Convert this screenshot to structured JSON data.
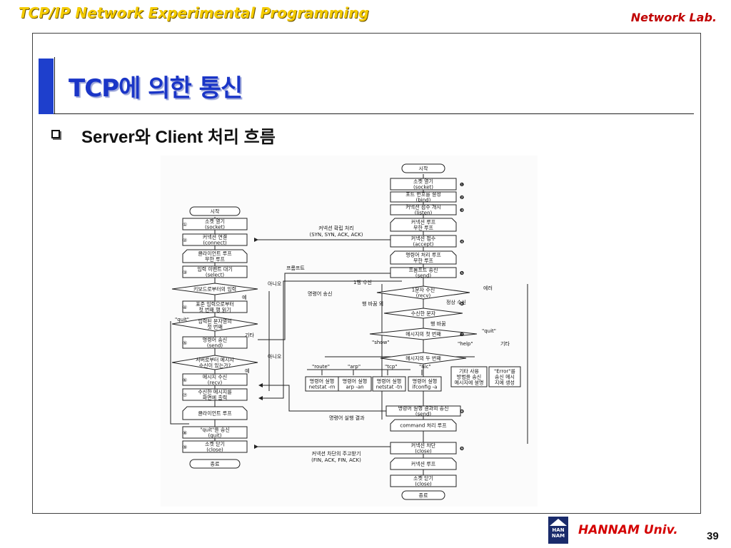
{
  "header": {
    "course_title": "TCP/IP Network Experimental Programming",
    "lab_name": "Network Lab."
  },
  "slide": {
    "title": "TCP에 의한 통신",
    "bullet": "Server와 Client 처리 흐름"
  },
  "client_flow": {
    "start": "시작",
    "open_socket": [
      "소켓 열기",
      "(socket)"
    ],
    "connect": [
      "커넥션 연결",
      "(connect)"
    ],
    "client_loop": [
      "클라이언트 루프",
      "무한 루프"
    ],
    "wait_event": [
      "입력 이벤트 대기",
      "(select)"
    ],
    "kbd_input_q": "키보드로부터의 입력",
    "yes": "예",
    "no": "아니오",
    "read_stdin": [
      "표준 입력으로부터",
      "첫 번째 행 읽기"
    ],
    "quit_q": [
      "입력된 문자열의",
      "첫 번째"
    ],
    "quit_label": "\"quit\"",
    "other": "기타",
    "send_cmd": [
      "명령어 송신",
      "(send)"
    ],
    "server_msg_q": [
      "서버로부터 메시지",
      "수신이 있는가?"
    ],
    "recv_msg": [
      "메시지 수신",
      "(recv)"
    ],
    "print_msg": [
      "수신한 메시지를",
      "화면에 출력"
    ],
    "client_loop_end": "클라이언트 루프",
    "send_quit": [
      "\"quit\"을 송신",
      "(quit)"
    ],
    "close_socket": [
      "소켓 닫기",
      "(close)"
    ],
    "end": "종료",
    "step_numbers": [
      "①",
      "②",
      "③",
      "④",
      "⑤",
      "⑥",
      "⑦",
      "⑧",
      "⑨"
    ]
  },
  "connection_labels": {
    "establish": [
      "커넥션 확립 처리",
      "(SYN, SYN, ACK, ACK)"
    ],
    "prompt": "프롬프트",
    "one_line_recv": "1행 수신",
    "cmd_send": "명령어 송신",
    "cmd_result": "명령어 실행 결과",
    "teardown": [
      "커넥션 차단의 주고받기",
      "(FIN, ACK, FIN, ACK)"
    ]
  },
  "server_flow": {
    "start": "시작",
    "open_socket": [
      "소켓 열기",
      "(socket)"
    ],
    "bind": [
      "포트 번호를 설정",
      "(bind)"
    ],
    "listen": [
      "커넥션 접수 개시",
      "(listen)"
    ],
    "conn_loop": [
      "커넥션 루프",
      "무한 루프"
    ],
    "accept": [
      "커넥션 접수",
      "(accept)"
    ],
    "cmd_loop": [
      "명령어 처리 루프",
      "무한 루프"
    ],
    "send_prompt": [
      "프롬프트 송신",
      "(send)"
    ],
    "recv_line": [
      "1문자 수신",
      "(recv)"
    ],
    "error": "에러",
    "normal_recv": "정상 수신",
    "not_newline": "행 바꿈 외",
    "recv_char": "수신한 문자",
    "newline": "행 바꿈",
    "first_word_q": "메시지의 첫 번째",
    "show_label": "\"show\"",
    "quit_label": "\"quit\"",
    "help_label": "\"help\"",
    "other": "기타",
    "second_word_q": "메시지의 두 번째",
    "route_label": "\"route\"",
    "arp_label": "\"arp\"",
    "tcp_label": "\"tcp\"",
    "nic_label": "\"nic\"",
    "exec_route": [
      "명령어 실행",
      "netstat -rn"
    ],
    "exec_arp": [
      "명령어 실행",
      "arp -an"
    ],
    "exec_tcp": [
      "명령어 실행",
      "netstat -tn"
    ],
    "exec_nic": [
      "명령어 실행",
      "ifconfig -a"
    ],
    "help_box": [
      "기타 사용",
      "방법을 송신",
      "메시지에 설명"
    ],
    "error_box": [
      "\"Error\"를",
      "송신 메시",
      "지에 생성"
    ],
    "send_result": [
      "명령어 실행 결과의 송신",
      "(send)"
    ],
    "cmd_loop_end": "command 처리 루프",
    "close_conn": [
      "커넥션 차단",
      "(close)"
    ],
    "conn_loop_end": "커넥션 루프",
    "close_socket": [
      "소켓 닫기",
      "(close)"
    ],
    "end": "종료",
    "step_numbers": [
      "❶",
      "❷",
      "❸",
      "❹",
      "❺",
      "❻",
      "❼",
      "❽",
      "❾"
    ]
  },
  "footer": {
    "logo_text": [
      "HAN",
      "NAM"
    ],
    "university": "HANNAM Univ.",
    "page_number": "39"
  }
}
